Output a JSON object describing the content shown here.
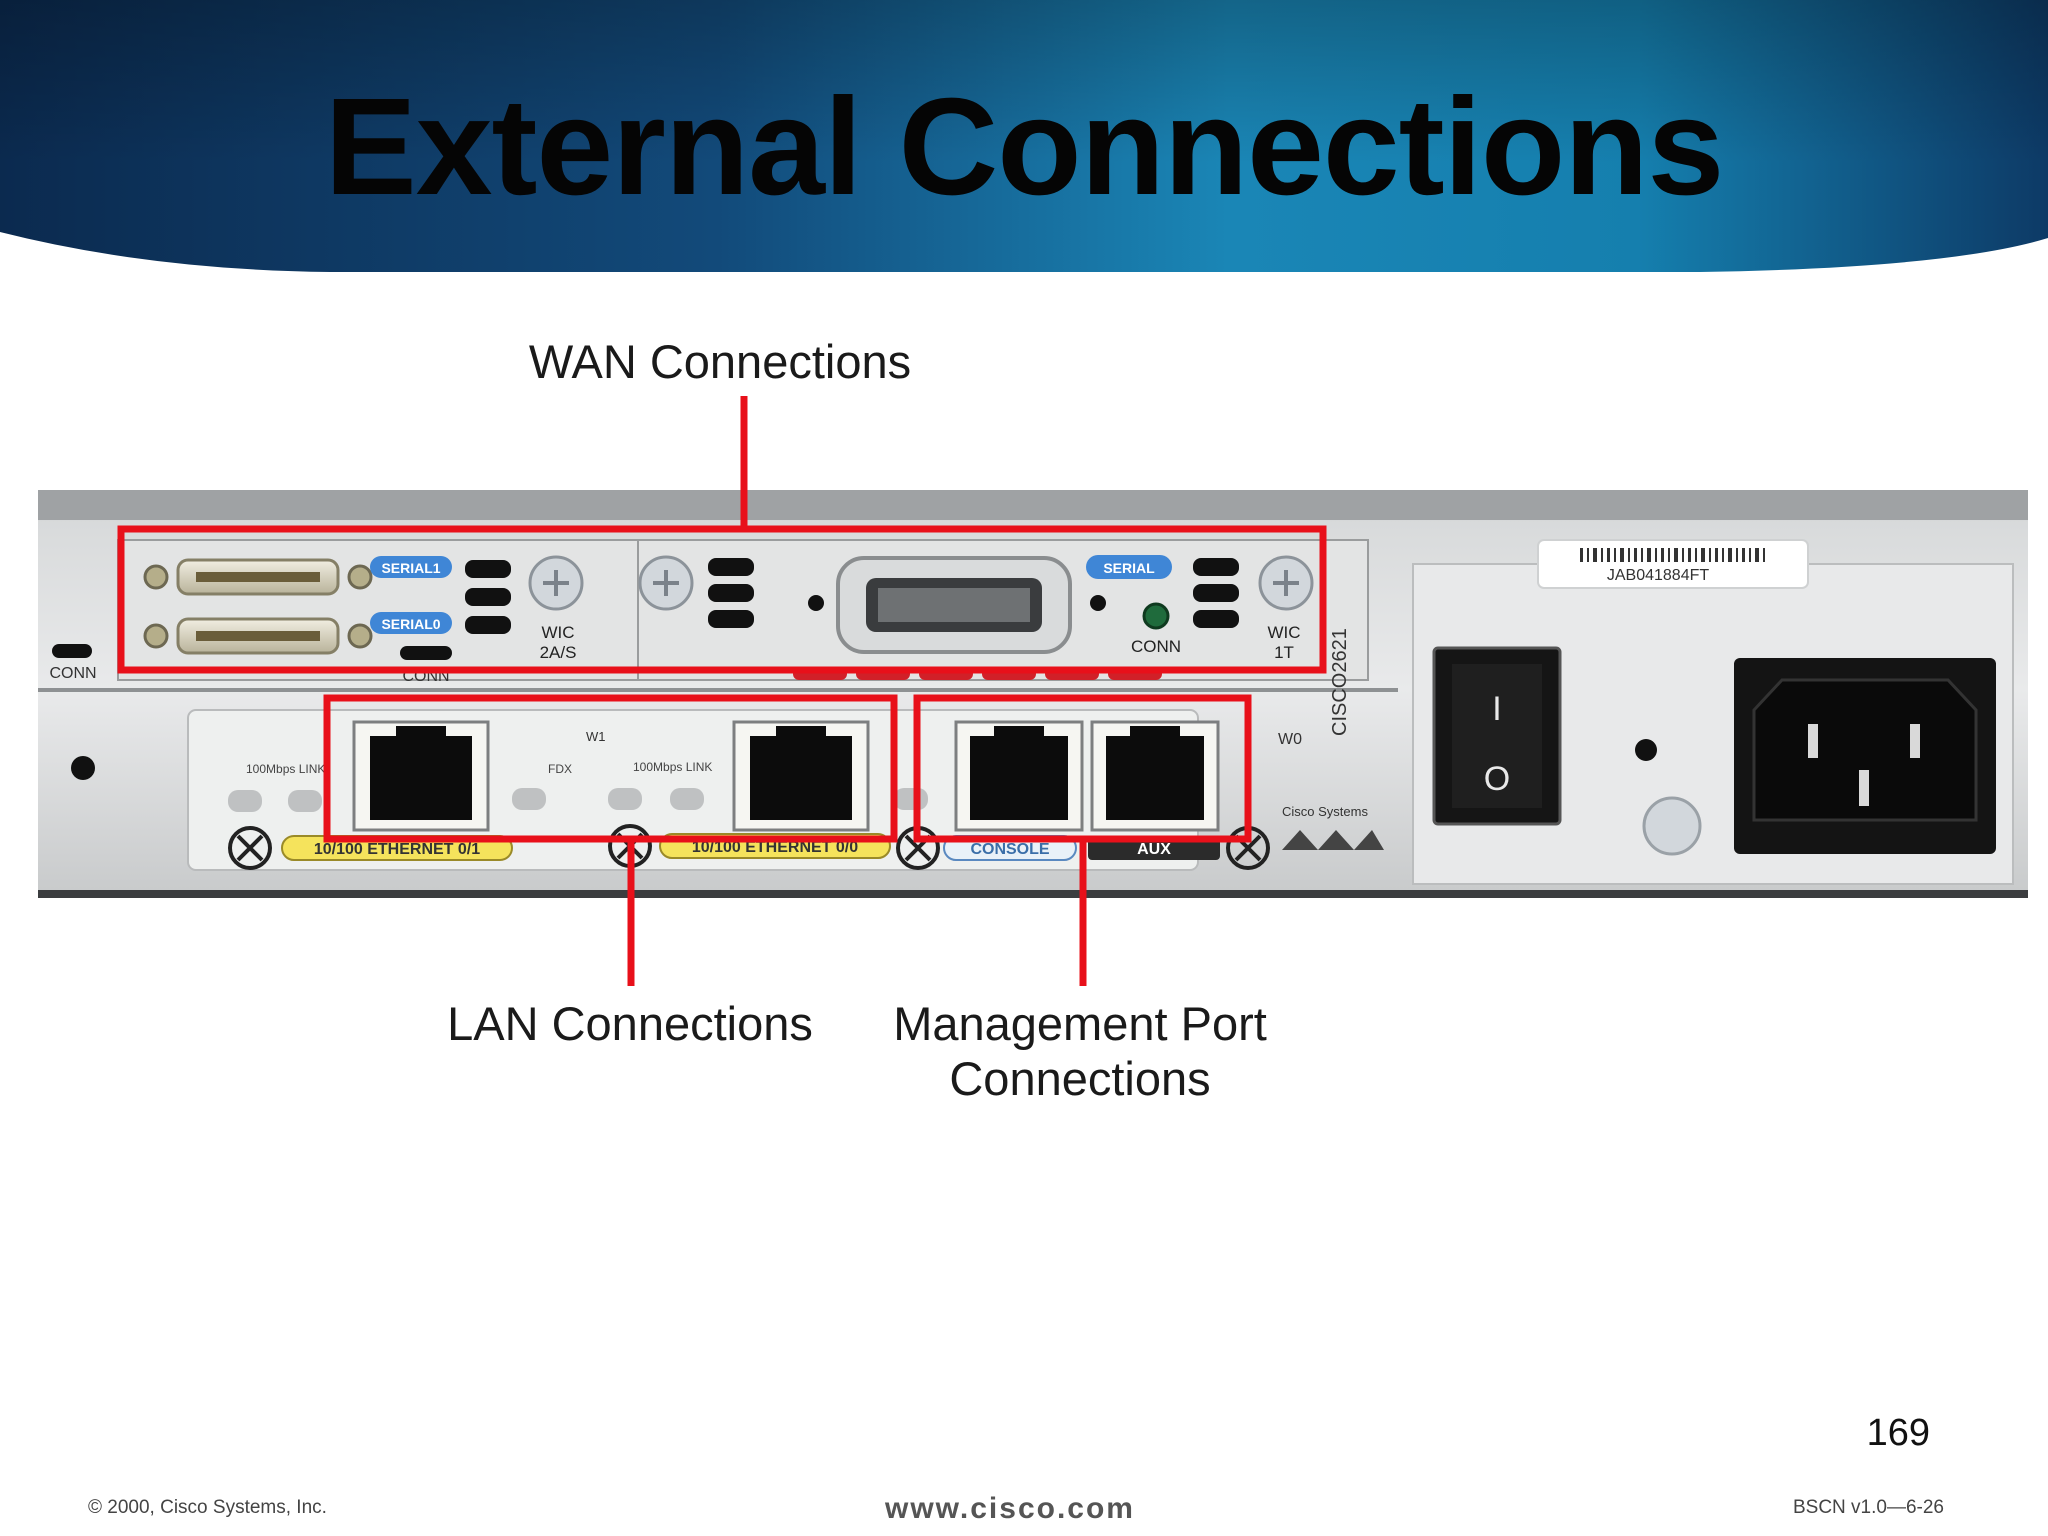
{
  "slide": {
    "title": "External Connections",
    "page_number": "169"
  },
  "callouts": {
    "wan": "WAN Connections",
    "lan": "LAN Connections",
    "management_line1": "Management Port",
    "management_line2": "Connections"
  },
  "router_labels": {
    "serial1": "SERIAL1",
    "serial0": "SERIAL0",
    "serial": "SERIAL",
    "conn": "CONN",
    "wic_2as_line1": "WIC",
    "wic_2as_line2": "2A/S",
    "wic_1t_line1": "WIC",
    "wic_1t_line2": "1T",
    "w1": "W1",
    "w0": "W0",
    "link_100mbps": "100Mbps LINK",
    "fdx": "FDX",
    "ethernet_0_1": "10/100 ETHERNET 0/1",
    "ethernet_0_0": "10/100 ETHERNET 0/0",
    "console": "CONSOLE",
    "aux": "AUX",
    "model": "CISCO2621",
    "vendor": "Cisco Systems",
    "serial_number": "JAB041884FT",
    "power_on": "I",
    "power_off": "O"
  },
  "footer": {
    "copyright": "© 2000, Cisco Systems, Inc.",
    "url": "www.cisco.com",
    "course_code": "BSCN v1.0—6-26"
  },
  "colors": {
    "highlight_red": "#e8101a",
    "banner_dark": "#0c2f56",
    "banner_light": "#1e8fbf",
    "serial_badge": "#3f86d6",
    "ethernet_badge": "#f5e35c"
  }
}
